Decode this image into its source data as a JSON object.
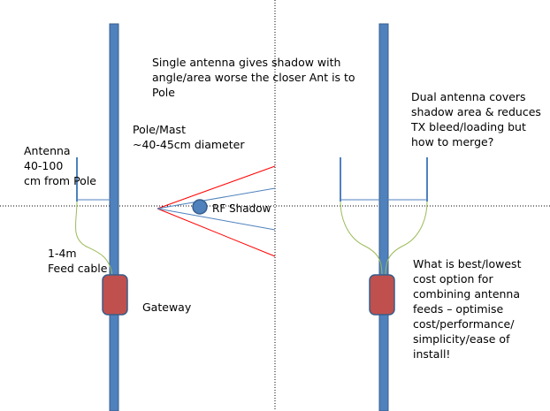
{
  "colors": {
    "pole_fill": "#4f81bd",
    "pole_stroke": "#385d8a",
    "gateway_fill": "#c0504d",
    "gateway_stroke": "#385d8a",
    "cable": "#9bbb59",
    "antenna": "#4f81bd",
    "shadow_red": "#ff0000",
    "shadow_blue": "#4f81bd",
    "divider": "#000000"
  },
  "left_scenario": {
    "antenna_label": "Antenna\n40-100\ncm from Pole",
    "pole_label": "Pole/Mast\n~40-45cm diameter",
    "feed_label": "1-4m\nFeed cable",
    "gateway_label": "Gateway",
    "shadow_label": "RF Shadow",
    "note": "Single antenna gives shadow with\nangle/area worse the closer Ant is to\nPole"
  },
  "right_scenario": {
    "note_top": "Dual antenna covers\nshadow area & reduces\nTX bleed/loading but\nhow to merge?",
    "note_bottom": "What is best/lowest\ncost option for\ncombining antenna\nfeeds – optimise\ncost/performance/\nsimplicity/ease of\ninstall!"
  }
}
